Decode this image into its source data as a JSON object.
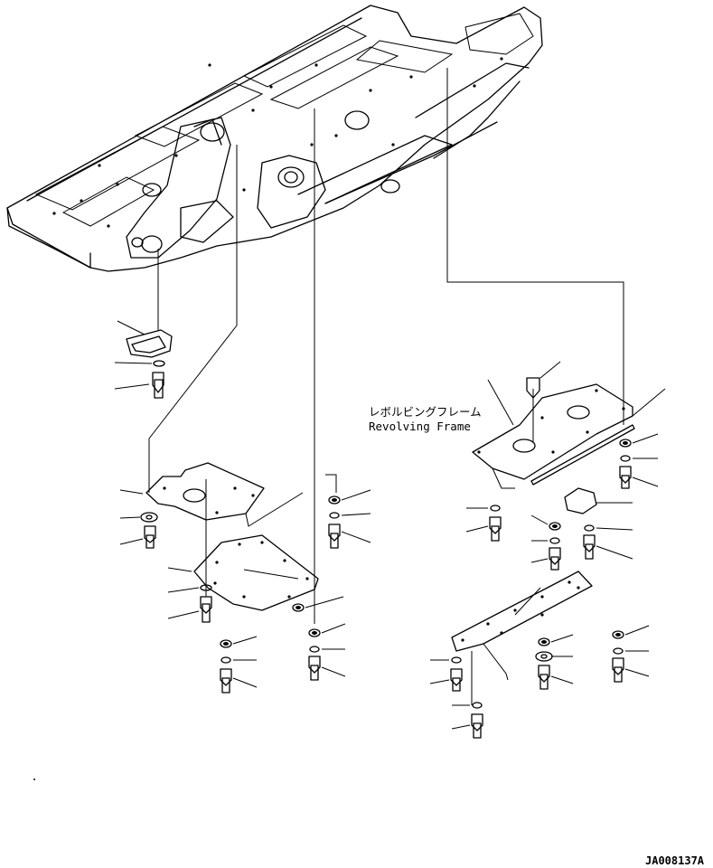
{
  "frame_label": {
    "japanese": "レボルビングフレーム",
    "english": "Revolving Frame"
  },
  "figure_code": "JA008137A"
}
